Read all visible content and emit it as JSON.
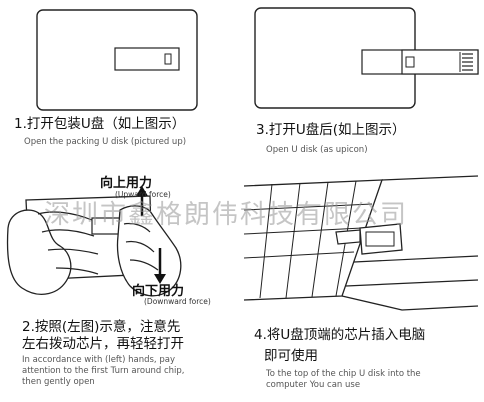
{
  "steps": [
    {
      "caption": "1.打开包装U盘（如上图示）",
      "subcaption": "Open the packing U disk (pictured up)"
    },
    {
      "caption": "3.打开U盘后(如上图示）",
      "subcaption": "Open U disk (as upicon)"
    },
    {
      "caption_line1": "2.按照(左图)示意，注意先",
      "caption_line2": "左右拨动芯片，再轻轻打开",
      "sub_line1": "In accordance with (left) hands, pay",
      "sub_line2": "attention to the first Turn around chip,",
      "sub_line3": "then gently open"
    },
    {
      "caption_line1": "4.将U盘顶端的芯片插入电脑",
      "caption_line2": "即可使用",
      "sub_line1": "To the top of the chip U disk into the",
      "sub_line2": "computer You can use"
    }
  ],
  "forces": {
    "up_label": "向上用力",
    "up_sub": "(Upward force)",
    "down_label": "向下用力",
    "down_sub": "(Downward force)"
  },
  "watermark": "深圳市鑫格朗伟科技有限公司"
}
